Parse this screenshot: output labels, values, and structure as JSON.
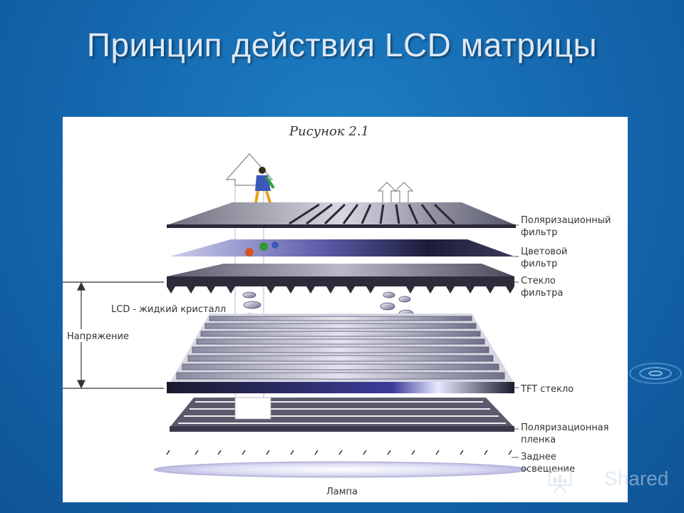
{
  "slide": {
    "title": "Принцип действия LCD матрицы"
  },
  "figure": {
    "caption": "Рисунок 2.1",
    "labels": {
      "polarizing_filter_1": "Поляризационный",
      "polarizing_filter_2": "фильтр",
      "color_filter_1": "Цветовой",
      "color_filter_2": "фильтр",
      "filter_glass_1": "Стекло",
      "filter_glass_2": "фильтра",
      "lcd_liquid_crystal": "LCD - жидкий кристалл",
      "voltage": "Напряжение",
      "tft_glass": "TFT стекло",
      "polarizing_film_1": "Поляризационная",
      "polarizing_film_2": "пленка",
      "backlight_1": "Заднее",
      "backlight_2": "освещение",
      "lamp": "Лампа"
    }
  },
  "watermark": {
    "text": "Shared"
  },
  "colors": {
    "background": "#1466ad",
    "title": "#dfe9f5",
    "layer_dark": "#2a2a44",
    "layer_light": "#c8c8dc",
    "accent_blue": "#3b3b8f"
  }
}
